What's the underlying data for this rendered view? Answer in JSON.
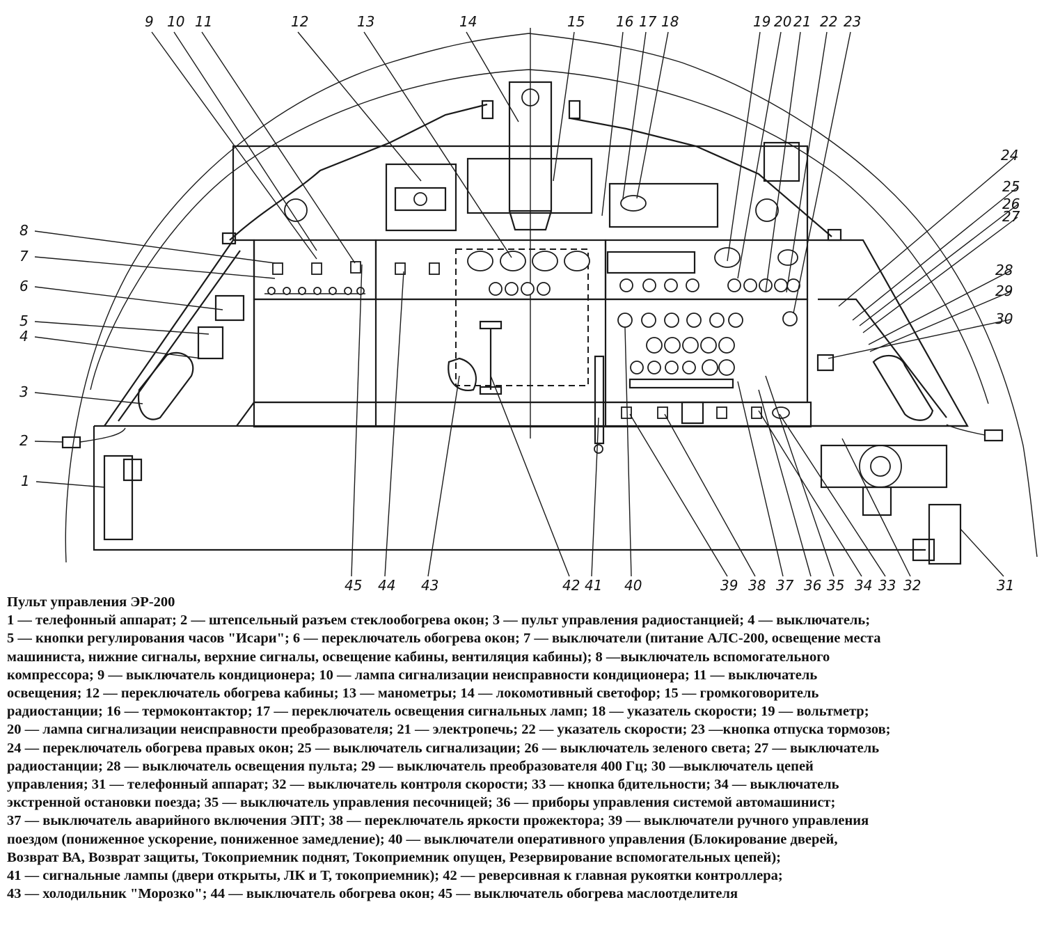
{
  "callouts": [
    "1",
    "2",
    "3",
    "4",
    "5",
    "6",
    "7",
    "8",
    "9",
    "10",
    "11",
    "12",
    "13",
    "14",
    "15",
    "16",
    "17",
    "18",
    "19",
    "20",
    "21",
    "22",
    "23",
    "24",
    "25",
    "26",
    "27",
    "28",
    "29",
    "30",
    "31",
    "32",
    "33",
    "34",
    "35",
    "36",
    "37",
    "38",
    "39",
    "40",
    "41",
    "42",
    "43",
    "44",
    "45"
  ],
  "caption": {
    "title": "Пульт управления ЭР-200",
    "lines": [
      "1 — телефонный аппарат; 2 — штепсельный разъем стеклообогрева окон; 3 — пульт управления радиостанцией; 4 — выключатель;",
      "5 — кнопки регулирования часов \"Исари\"; 6 — переключатель обогрева окон; 7 — выключатели (питание АЛС-200, освещение места",
      "машиниста, нижние сигналы, верхние сигналы, освещение кабины, вентиляция кабины); 8 —выключатель вспомогательного",
      "компрессора; 9 — выключатель кондиционера; 10 — лампа сигнализации неисправности кондиционера; 11 — выключатель",
      "освещения; 12 — переключатель обогрева кабины; 13 — манометры; 14 — локомотивный светофор; 15 — громкоговоритель",
      "радиостанции; 16 — термоконтактор; 17 — переключатель освещения сигнальных ламп; 18 — указатель скорости; 19 — вольтметр;",
      "20 — лампа сигнализации неисправности преобразователя; 21 — электропечь; 22 — указатель скорости; 23 —кнопка отпуска тормозов;",
      "24 — переключатель обогрева правых окон; 25 — выключатель сигнализации; 26 — выключатель зеленого света; 27 — выключатель",
      "радиостанции; 28 — выключатель освещения пульта; 29 — выключатель преобразователя 400 Гц; 30 —выключатель цепей",
      "управления; 31 — телефонный аппарат; 32 — выключатель контроля скорости; 33 — кнопка бдительности; 34 — выключатель",
      "экстренной остановки поезда; 35 — выключатель управления песочницей; 36 — приборы управления системой автомашинист;",
      "37 — выключатель аварийного включения ЭПТ; 38 — переключатель яркости прожектора; 39 — выключатели ручного управления",
      "поездом (пониженное ускорение, пониженное замедление); 40 — выключатели оперативного управления (Блокирование дверей,",
      "Возврат ВА, Возврат защиты, Токоприемник поднят, Токоприемник опущен, Резервирование вспомогательных цепей);",
      "41 — сигнальные лампы (двери открыты, ЛК и Т, токоприемник); 42 — реверсивная к главная рукоятки контроллера;",
      "43 — холодильник \"Морозко\"; 44 — выключатель обогрева окон; 45 — выключатель обогрева маслоотделителя"
    ]
  }
}
